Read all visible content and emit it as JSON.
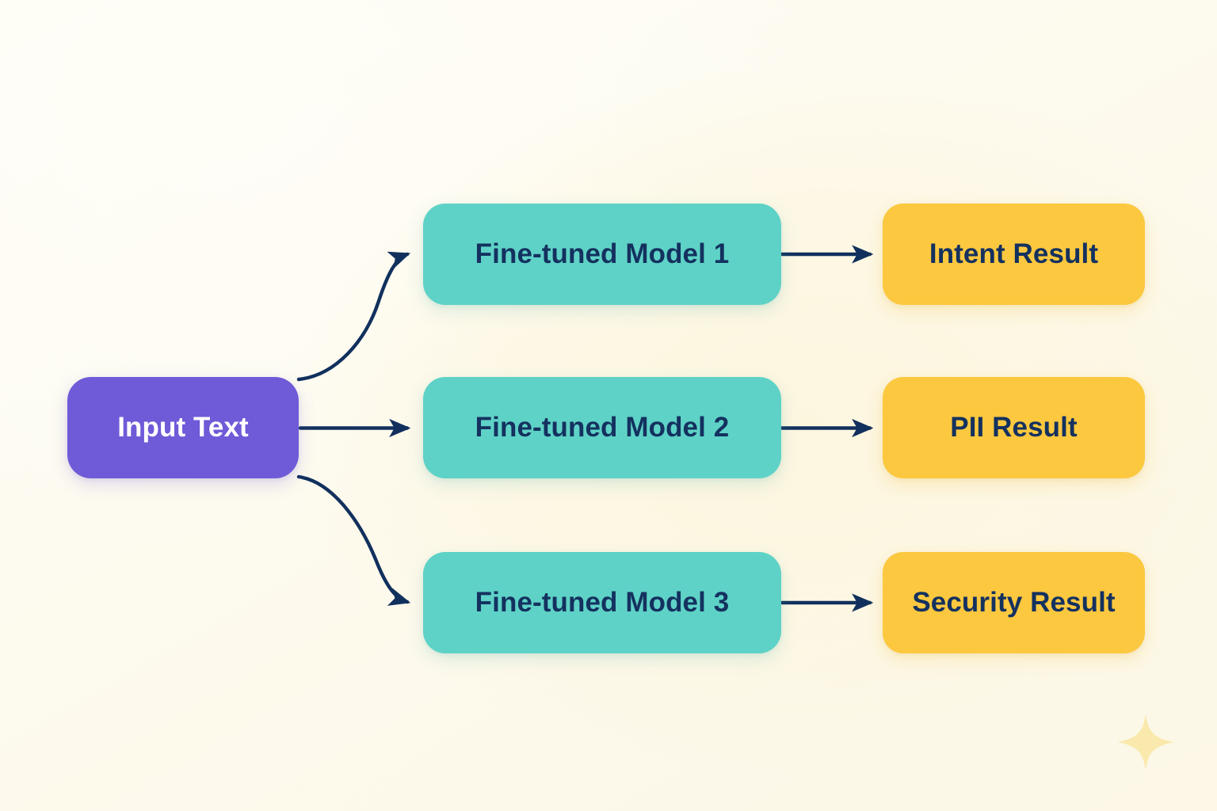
{
  "diagram": {
    "title_visible": false,
    "background_color": "#fdfaee",
    "connector_color": "#11305d",
    "nodes": {
      "input": {
        "label": "Input Text",
        "fill": "#6f5ad8",
        "text_color": "#ffffff"
      },
      "models": [
        {
          "label": "Fine-tuned Model 1",
          "fill": "#5ed2c6",
          "text_color": "#14315f"
        },
        {
          "label": "Fine-tuned Model 2",
          "fill": "#5ed2c6",
          "text_color": "#14315f"
        },
        {
          "label": "Fine-tuned Model 3",
          "fill": "#5ed2c6",
          "text_color": "#14315f"
        }
      ],
      "results": [
        {
          "label": "Intent Result",
          "fill": "#fbc83f",
          "text_color": "#14315f"
        },
        {
          "label": "PII Result",
          "fill": "#fbc83f",
          "text_color": "#14315f"
        },
        {
          "label": "Security Result",
          "fill": "#fbc83f",
          "text_color": "#14315f"
        }
      ]
    },
    "edges": [
      {
        "from": "Input Text",
        "to": "Fine-tuned Model 1",
        "style": "curved-up"
      },
      {
        "from": "Input Text",
        "to": "Fine-tuned Model 2",
        "style": "straight"
      },
      {
        "from": "Input Text",
        "to": "Fine-tuned Model 3",
        "style": "curved-down"
      },
      {
        "from": "Fine-tuned Model 1",
        "to": "Intent Result",
        "style": "straight"
      },
      {
        "from": "Fine-tuned Model 2",
        "to": "PII Result",
        "style": "straight"
      },
      {
        "from": "Fine-tuned Model 3",
        "to": "Security Result",
        "style": "straight"
      }
    ],
    "decoration": {
      "sparkle_icon": "sparkle-icon",
      "sparkle_color": "#fae9ac"
    }
  }
}
